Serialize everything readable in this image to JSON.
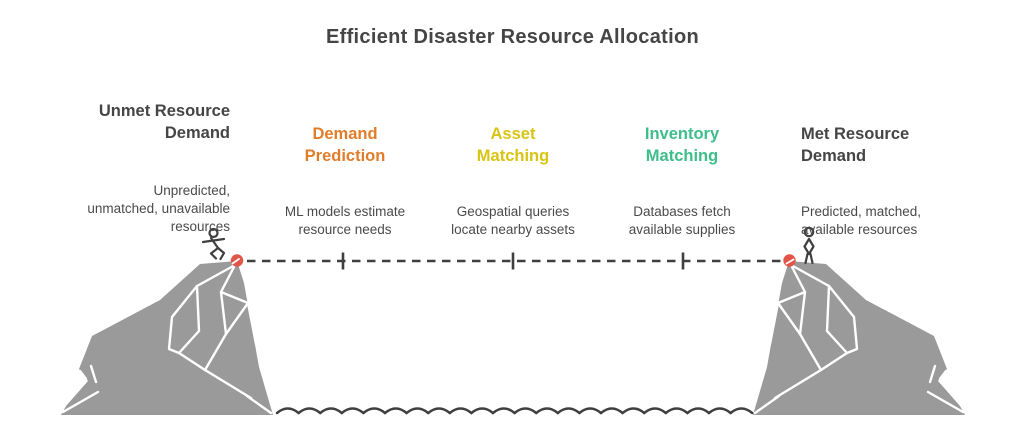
{
  "title": "Efficient Disaster Resource Allocation",
  "colors": {
    "title_text": "#454545",
    "body_text": "#4A4A4A",
    "stage_orange": "#E07D2A",
    "stage_yellow": "#D9C412",
    "stage_green": "#3EBE8A",
    "cliff_gray": "#9A9A9A",
    "line_art": "#3F3F3F",
    "waypoint_red": "#E25649",
    "background": "#FFFFFF"
  },
  "endpoints": {
    "left": {
      "heading": "Unmet Resource\nDemand",
      "description": "Unpredicted,\nunmatched, unavailable\nresources"
    },
    "right": {
      "heading": "Met Resource\nDemand",
      "description": "Predicted, matched,\navailable resources"
    }
  },
  "stages": [
    {
      "heading": "Demand\nPrediction",
      "description": "ML models estimate\nresource needs",
      "color": "#E07D2A"
    },
    {
      "heading": "Asset\nMatching",
      "description": "Geospatial queries\nlocate nearby assets",
      "color": "#D9C412"
    },
    {
      "heading": "Inventory\nMatching",
      "description": "Databases fetch\navailable supplies",
      "color": "#3EBE8A"
    }
  ],
  "illustration": {
    "left_cliff": "cliff-icon",
    "right_cliff": "cliff-icon-mirrored",
    "left_figure": "walking-person-icon",
    "right_figure": "standing-person-icon",
    "bridge": "dashed-line-with-3-ticks",
    "waypoint_markers": "red-dot",
    "water": "wavy-water-line"
  }
}
